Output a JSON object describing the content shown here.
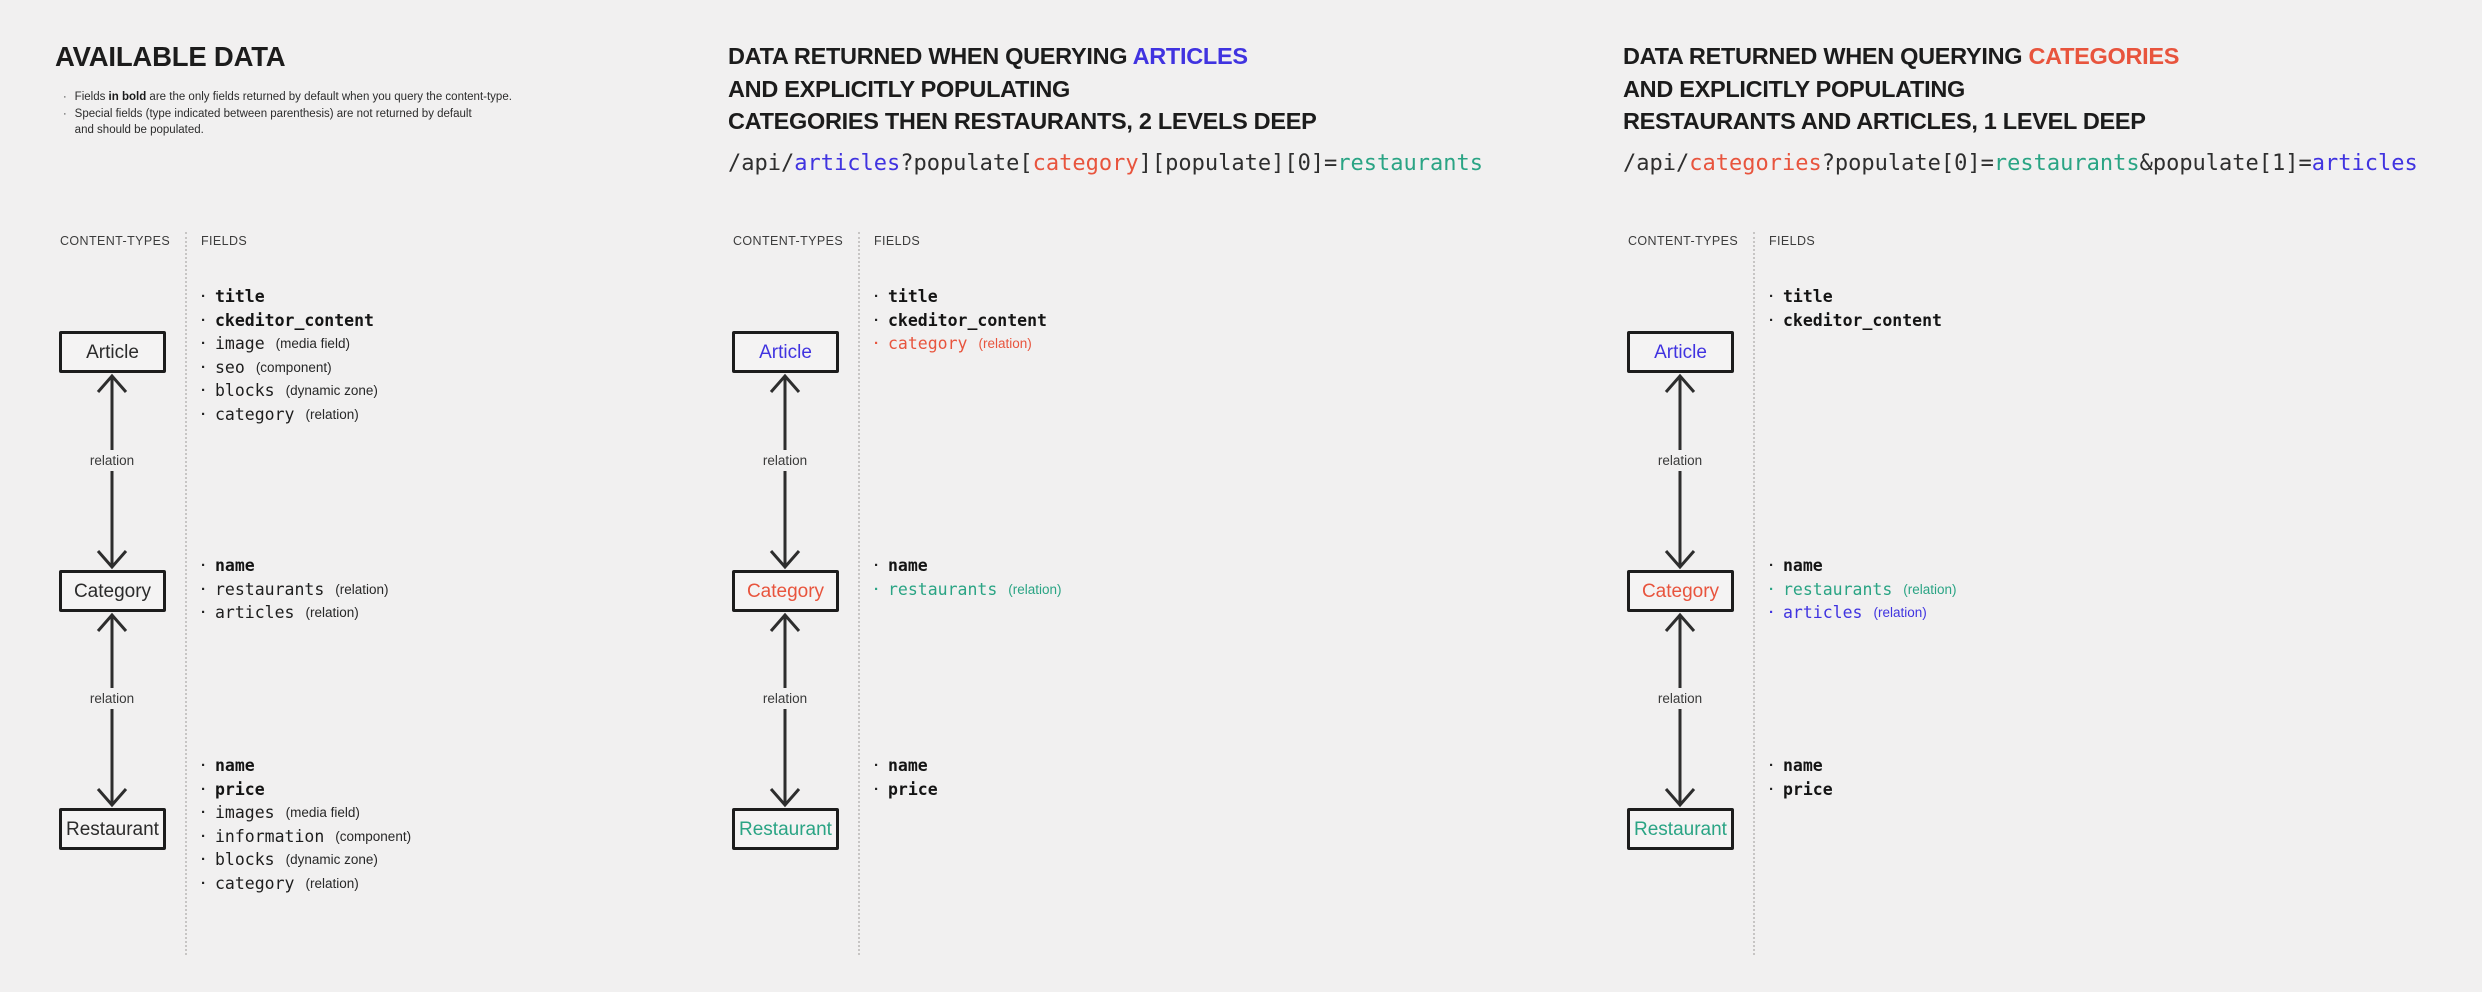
{
  "palette": {
    "bg": "#f1f0f0",
    "ink": "#1c1c1c",
    "blue": "#4033e0",
    "red": "#e8543d",
    "teal": "#2aa484"
  },
  "ui": {
    "bullet": "·"
  },
  "columns": [
    {
      "name": "available-data",
      "title_lines": [
        [
          {
            "t": "AVAILABLE DATA"
          }
        ]
      ],
      "notes": [
        [
          {
            "t": "Fields "
          },
          {
            "t": "in bold",
            "b": true
          },
          {
            "t": " are the only fields returned by default when you query the content-type."
          }
        ],
        [
          {
            "t": "Special fields (type indicated between parenthesis) are not returned by default\nand should be populated."
          }
        ]
      ],
      "code": null,
      "diagram": {
        "content_types_label": "CONTENT-TYPES",
        "fields_label": "FIELDS",
        "relations": [
          "relation",
          "relation"
        ],
        "nodes": [
          {
            "label": "Article",
            "fields": [
              {
                "name": "title",
                "bold": true
              },
              {
                "name": "ckeditor_content",
                "bold": true
              },
              {
                "name": "image",
                "type": "(media field)"
              },
              {
                "name": "seo",
                "type": "(component)"
              },
              {
                "name": "blocks",
                "type": "(dynamic zone)"
              },
              {
                "name": "category",
                "type": "(relation)"
              }
            ]
          },
          {
            "label": "Category",
            "fields": [
              {
                "name": "name",
                "bold": true
              },
              {
                "name": "restaurants",
                "type": "(relation)"
              },
              {
                "name": "articles",
                "type": "(relation)"
              }
            ]
          },
          {
            "label": "Restaurant",
            "fields": [
              {
                "name": "name",
                "bold": true
              },
              {
                "name": "price",
                "bold": true
              },
              {
                "name": "images",
                "type": "(media field)"
              },
              {
                "name": "information",
                "type": "(component)"
              },
              {
                "name": "blocks",
                "type": "(dynamic zone)"
              },
              {
                "name": "category",
                "type": "(relation)"
              }
            ]
          }
        ]
      }
    },
    {
      "name": "query-articles-populate-2-levels",
      "title_lines": [
        [
          {
            "t": "DATA RETURNED WHEN QUERYING "
          },
          {
            "t": "ARTICLES",
            "c": "blue"
          }
        ],
        [
          {
            "t": "AND EXPLICITLY POPULATING"
          }
        ],
        [
          {
            "t": "CATEGORIES THEN RESTAURANTS, 2 LEVELS DEEP"
          }
        ]
      ],
      "notes": null,
      "code": [
        {
          "t": "/api/"
        },
        {
          "t": "articles",
          "c": "blue"
        },
        {
          "t": "?populate["
        },
        {
          "t": "category",
          "c": "red"
        },
        {
          "t": "][populate][0]="
        },
        {
          "t": "restaurants",
          "c": "teal"
        }
      ],
      "diagram": {
        "content_types_label": "CONTENT-TYPES",
        "fields_label": "FIELDS",
        "relations": [
          "relation",
          "relation"
        ],
        "nodes": [
          {
            "label": "Article",
            "c": "blue",
            "fields": [
              {
                "name": "title",
                "bold": true
              },
              {
                "name": "ckeditor_content",
                "bold": true
              },
              {
                "name": "category",
                "type": "(relation)",
                "c": "red"
              }
            ]
          },
          {
            "label": "Category",
            "c": "red",
            "fields": [
              {
                "name": "name",
                "bold": true
              },
              {
                "name": "restaurants",
                "type": "(relation)",
                "c": "teal"
              }
            ]
          },
          {
            "label": "Restaurant",
            "c": "teal",
            "fields": [
              {
                "name": "name",
                "bold": true
              },
              {
                "name": "price",
                "bold": true
              }
            ]
          }
        ]
      }
    },
    {
      "name": "query-categories-populate-1-level",
      "title_lines": [
        [
          {
            "t": "DATA RETURNED WHEN QUERYING "
          },
          {
            "t": "CATEGORIES",
            "c": "red"
          }
        ],
        [
          {
            "t": "AND EXPLICITLY POPULATING"
          }
        ],
        [
          {
            "t": "RESTAURANTS AND ARTICLES, 1 LEVEL DEEP"
          }
        ]
      ],
      "notes": null,
      "code": [
        {
          "t": "/api/"
        },
        {
          "t": "categories",
          "c": "red"
        },
        {
          "t": "?populate[0]="
        },
        {
          "t": "restaurants",
          "c": "teal"
        },
        {
          "t": "&populate[1]="
        },
        {
          "t": "articles",
          "c": "blue"
        }
      ],
      "diagram": {
        "content_types_label": "CONTENT-TYPES",
        "fields_label": "FIELDS",
        "relations": [
          "relation",
          "relation"
        ],
        "nodes": [
          {
            "label": "Article",
            "c": "blue",
            "fields": [
              {
                "name": "title",
                "bold": true
              },
              {
                "name": "ckeditor_content",
                "bold": true
              }
            ]
          },
          {
            "label": "Category",
            "c": "red",
            "fields": [
              {
                "name": "name",
                "bold": true
              },
              {
                "name": "restaurants",
                "type": "(relation)",
                "c": "teal"
              },
              {
                "name": "articles",
                "type": "(relation)",
                "c": "blue"
              }
            ]
          },
          {
            "label": "Restaurant",
            "c": "teal",
            "fields": [
              {
                "name": "name",
                "bold": true
              },
              {
                "name": "price",
                "bold": true
              }
            ]
          }
        ]
      }
    }
  ]
}
